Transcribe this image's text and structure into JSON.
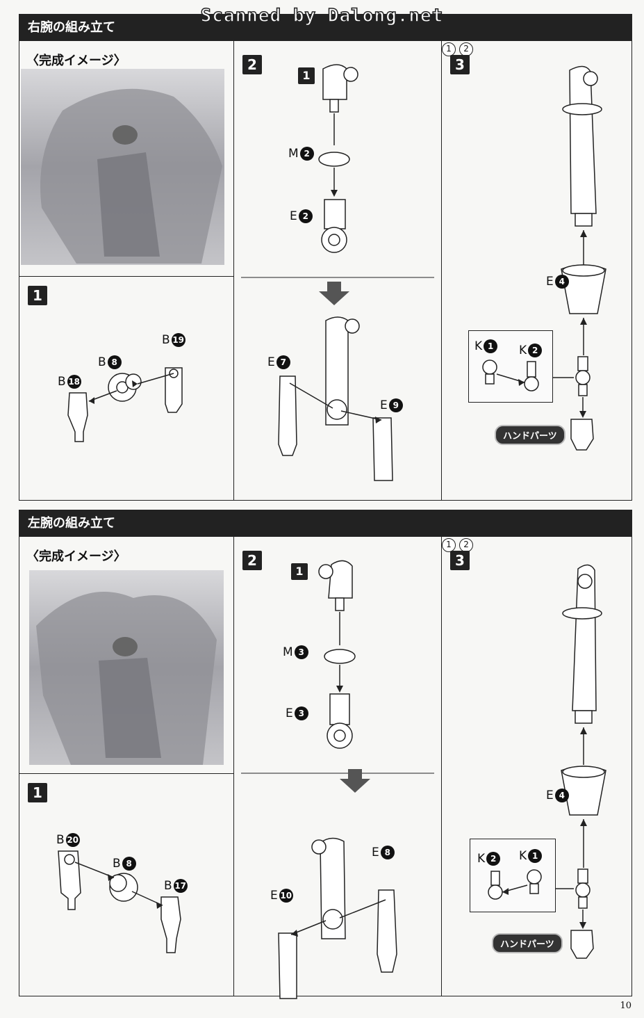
{
  "watermark": "Scanned by Dalong.net",
  "page_number": "10",
  "colors": {
    "header_bg": "#222222",
    "photo": "#a4a4aa"
  },
  "sections": [
    {
      "title": "右腕の組み立て",
      "image_caption": "〈完成イメージ〉",
      "step1": {
        "badge": "1",
        "labels": {
          "b18": "B",
          "b18n": "18",
          "b8": "B",
          "b8n": "8",
          "b19": "B",
          "b19n": "19"
        }
      },
      "step2": {
        "badge": "2",
        "sub_badge": "1",
        "labels": {
          "m": "M",
          "mn": "2",
          "e1": "E",
          "e1n": "2",
          "e2": "E",
          "e2n": "7",
          "e3": "E",
          "e3n": "9"
        }
      },
      "step3": {
        "badge": "3",
        "labels": {
          "e": "E",
          "en": "4",
          "k1": "K",
          "k1n": "1",
          "k2": "K",
          "k2n": "2",
          "c1": "1",
          "c2": "2"
        },
        "hand_parts": "ハンドパーツ"
      }
    },
    {
      "title": "左腕の組み立て",
      "image_caption": "〈完成イメージ〉",
      "step1": {
        "badge": "1",
        "labels": {
          "b20": "B",
          "b20n": "20",
          "b8": "B",
          "b8n": "8",
          "b17": "B",
          "b17n": "17"
        }
      },
      "step2": {
        "badge": "2",
        "sub_badge": "1",
        "labels": {
          "m": "M",
          "mn": "3",
          "e1": "E",
          "e1n": "3",
          "e2": "E",
          "e2n": "10",
          "e3": "E",
          "e3n": "8"
        }
      },
      "step3": {
        "badge": "3",
        "labels": {
          "e": "E",
          "en": "4",
          "k1": "K",
          "k1n": "2",
          "k2": "K",
          "k2n": "1",
          "c1": "1",
          "c2": "2"
        },
        "hand_parts": "ハンドパーツ"
      }
    }
  ]
}
